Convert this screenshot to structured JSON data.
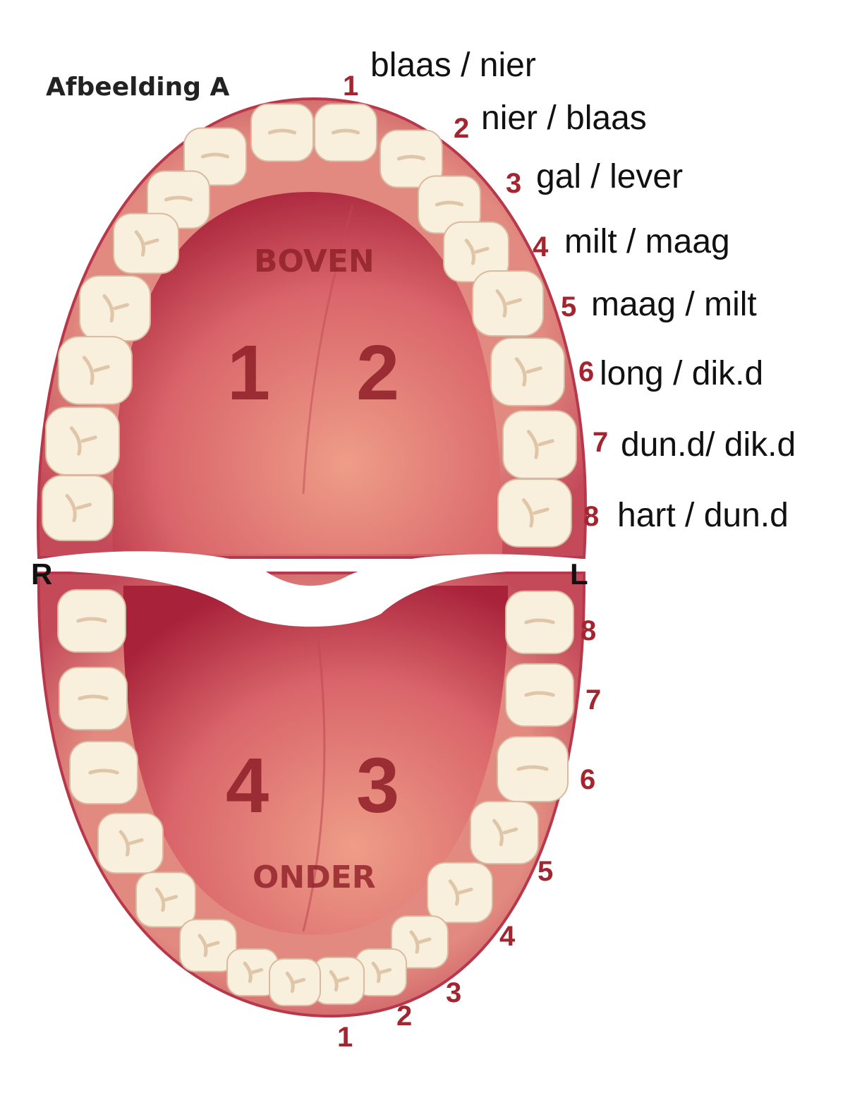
{
  "title": "Afbeelding A",
  "sides": {
    "right": "R",
    "left": "L"
  },
  "jaws": {
    "upper": "BOVEN",
    "lower": "ONDER"
  },
  "quadrants": {
    "q1": "1",
    "q2": "2",
    "q3": "3",
    "q4": "4"
  },
  "upper_labels": [
    {
      "num": "1",
      "text": "blaas / nier"
    },
    {
      "num": "2",
      "text": "nier / blaas"
    },
    {
      "num": "3",
      "text": "gal / lever"
    },
    {
      "num": "4",
      "text": "milt / maag"
    },
    {
      "num": "5",
      "text": "maag / milt"
    },
    {
      "num": "6",
      "text": "long / dik.d"
    },
    {
      "num": "7",
      "text": "dun.d/ dik.d"
    },
    {
      "num": "8",
      "text": "hart / dun.d"
    }
  ],
  "lower_numbers": [
    "8",
    "7",
    "6",
    "5",
    "4",
    "3",
    "2",
    "1"
  ],
  "colors": {
    "gum": "#cf5d68",
    "palate_dark": "#b02a3d",
    "palate_light": "#eb9886",
    "tooth": "#f8f0dd",
    "label_red": "#a3252f"
  }
}
